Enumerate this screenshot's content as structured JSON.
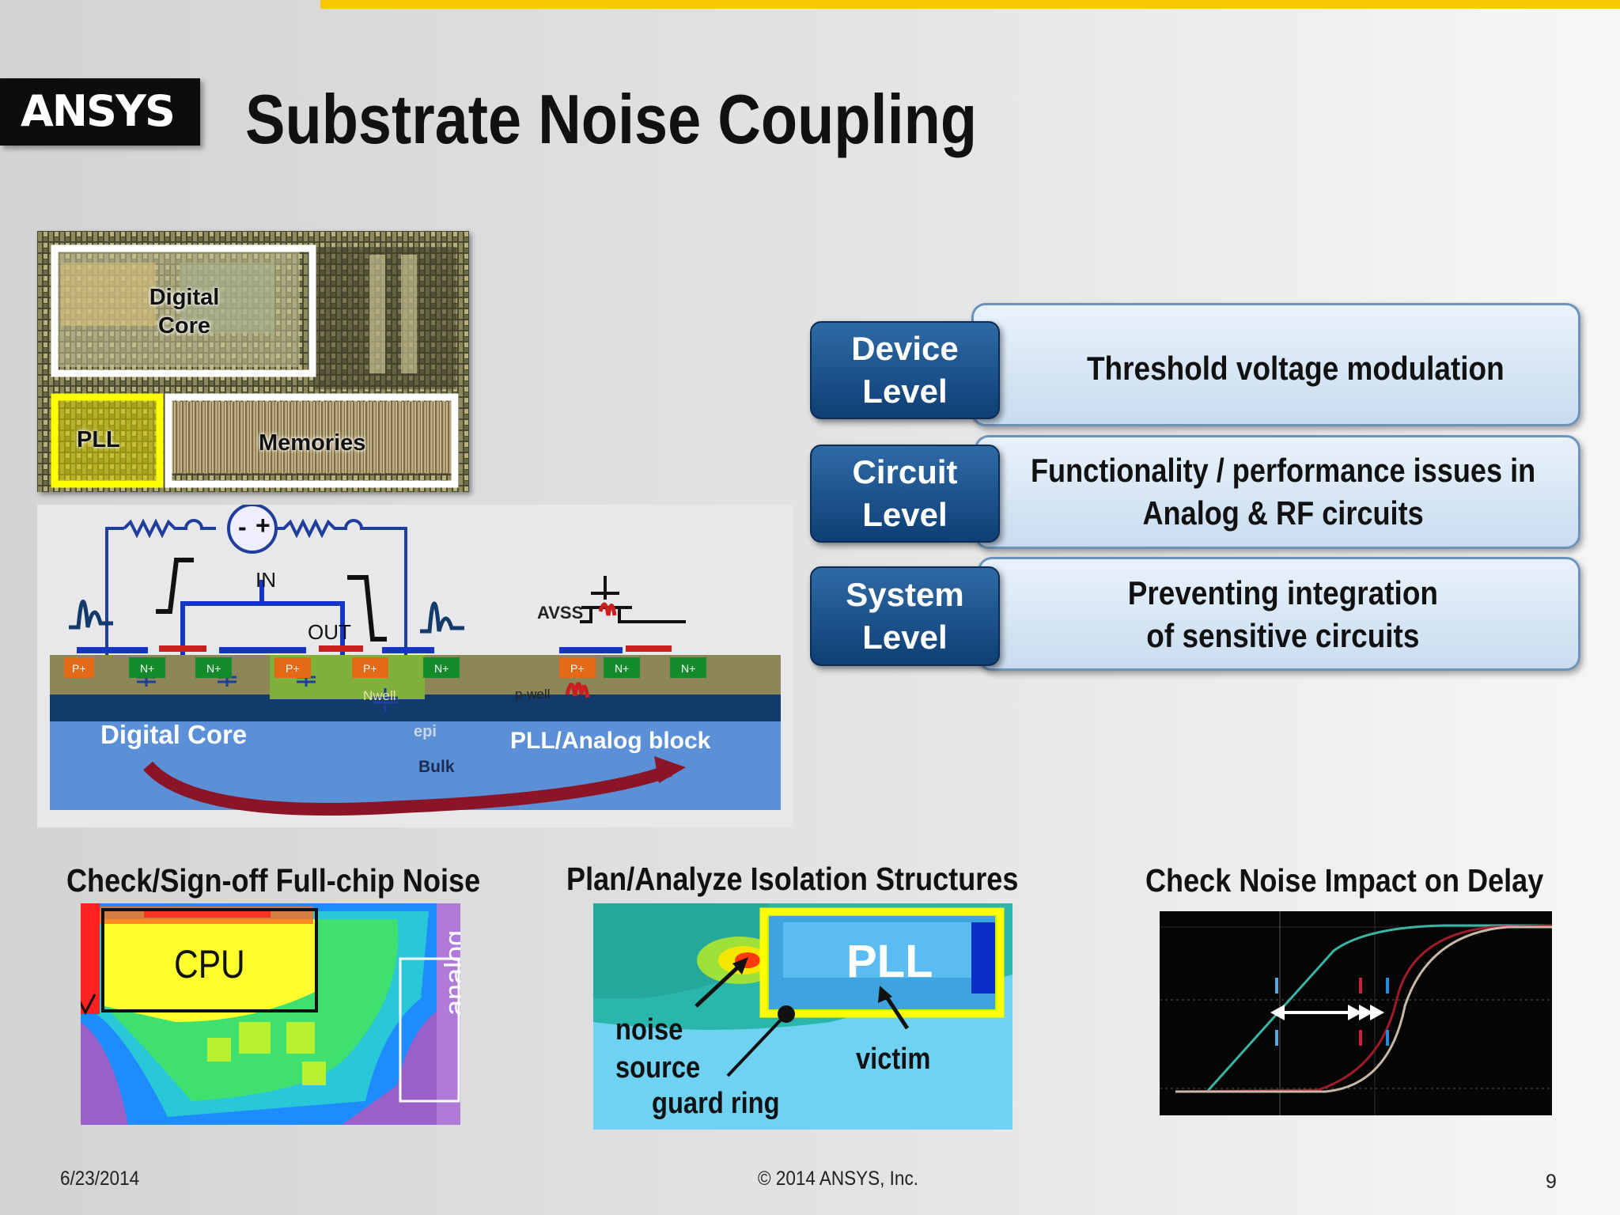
{
  "header": {
    "logo_main": "ANSYS",
    "title": "Substrate Noise Coupling"
  },
  "die_photo": {
    "digital_core": [
      "Digital",
      "Core"
    ],
    "pll": "PLL",
    "memories": "Memories"
  },
  "cross_section": {
    "in_label": "IN",
    "out_label": "OUT",
    "minus": "-",
    "plus": "+",
    "avss": "AVSS",
    "diffusions": [
      "P+",
      "N+",
      "N+",
      "P+",
      "P+",
      "N+",
      "P+",
      "N+",
      "N+"
    ],
    "nwell": "Nwell",
    "pwell": "p-well",
    "digital_core": "Digital Core",
    "epi": "epi",
    "pll_analog": "PLL/Analog block",
    "bulk": "Bulk"
  },
  "levels": [
    {
      "tab": [
        "Device",
        "Level"
      ],
      "desc": [
        "Threshold voltage modulation"
      ]
    },
    {
      "tab": [
        "Circuit",
        "Level"
      ],
      "desc": [
        "Functionality / performance issues in",
        "Analog & RF circuits"
      ]
    },
    {
      "tab": [
        "System",
        "Level"
      ],
      "desc": [
        "Preventing integration",
        "of sensitive circuits"
      ]
    }
  ],
  "panels": {
    "noise_map": {
      "caption": "Check/Sign-off Full-chip Noise",
      "cpu": "CPU",
      "analog": "analog"
    },
    "isolation": {
      "caption": "Plan/Analyze Isolation Structures",
      "pll": "PLL",
      "noise_source": [
        "noise",
        "source"
      ],
      "victim": "victim",
      "guard_ring": "guard ring"
    },
    "delay": {
      "caption": "Check Noise Impact on Delay"
    }
  },
  "footer": {
    "date": "6/23/2014",
    "copyright": "© 2014 ANSYS, Inc.",
    "page": "9"
  },
  "colors": {
    "accent_yellow": "#f5c800",
    "tab_blue": "#0e3f75",
    "box_blue": "#c9dcef"
  }
}
